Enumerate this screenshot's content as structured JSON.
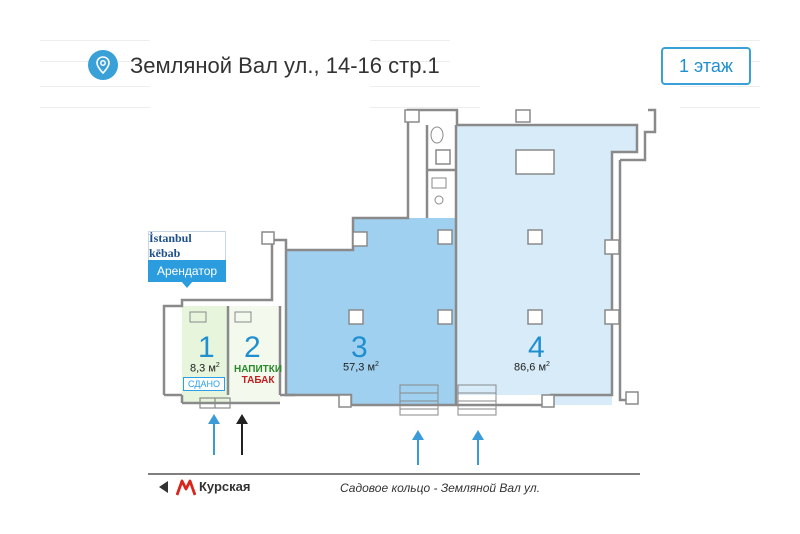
{
  "header": {
    "address": "Земляной Вал ул., 14-16 стр.1",
    "floor_label": "1 этаж"
  },
  "tenant": {
    "logo_text": "İstanbul kēbab",
    "label": "Арендатор"
  },
  "units": [
    {
      "number": "1",
      "area": "8,3 м",
      "status": "СДАНО",
      "fill": "#e7f5dc"
    },
    {
      "number": "2",
      "sign_line1": "НАПИТКИ",
      "sign_line2": "ТАБАК",
      "fill": "#f4f9ee"
    },
    {
      "number": "3",
      "area": "57,3 м",
      "fill": "#9fd0ef"
    },
    {
      "number": "4",
      "area": "86,6 м",
      "fill": "#d7ebf8"
    }
  ],
  "footer": {
    "metro_station": "Курская",
    "street": "Садовое кольцо - Земляной Вал ул."
  },
  "colors": {
    "accent": "#2b9ddf",
    "wall": "#8a8a8a",
    "arrow_blue": "#3a9bd8",
    "arrow_black": "#222222",
    "metro_red": "#d9261c"
  }
}
